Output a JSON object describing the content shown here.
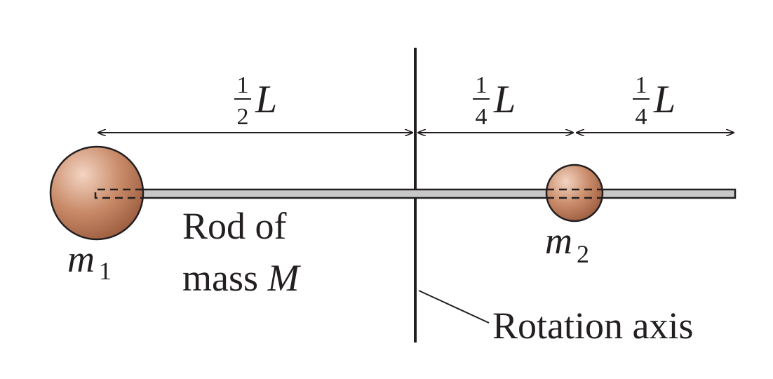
{
  "colors": {
    "ink": "#231f20",
    "rod_fill": "#c8c8c8",
    "sphere_light": "#f3d4c2",
    "sphere_mid": "#c88a68",
    "sphere_dark": "#9c5e40"
  },
  "dimensions": [
    {
      "numerator": "1",
      "denominator": "2",
      "symbol": "L"
    },
    {
      "numerator": "1",
      "denominator": "4",
      "symbol": "L"
    },
    {
      "numerator": "1",
      "denominator": "4",
      "symbol": "L"
    }
  ],
  "labels": {
    "mass1_symbol": "m",
    "mass1_subscript": "1",
    "mass2_symbol": "m",
    "mass2_subscript": "2",
    "rod_line1": "Rod of",
    "rod_line2_prefix": "mass ",
    "rod_line2_symbol": "M",
    "axis": "Rotation axis"
  }
}
